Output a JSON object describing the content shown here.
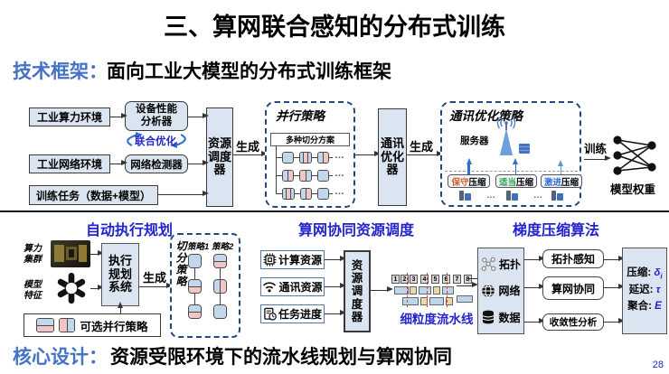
{
  "colors": {
    "section_title": "#2323cc",
    "label_blue": "#4472c4",
    "box_fill": "#dbe5f1",
    "dashed_border": "#24477e",
    "block_blue": "#c3d7ec",
    "block_pink": "#f0c6c6",
    "page_number": "#2323cc"
  },
  "header": {
    "title": "三、算网联合感知的分布式训练",
    "page_number": "28"
  },
  "tech_framework": {
    "label": "技术框架：",
    "text": "面向工业大模型的分布式训练框架"
  },
  "core_design": {
    "label": "核心设计：",
    "text": "资源受限环境下的流水线规划与算网协同"
  },
  "top": {
    "env_compute": "工业算力环境",
    "env_network": "工业网络环境",
    "training_task": "训练任务（数据+模型）",
    "device_analyzer": "设备性能分析器",
    "joint_optimization": "联合优化",
    "network_detector": "网络检测器",
    "resource_scheduler": "资源调度器",
    "generate": "生成",
    "parallel_title": "并行策略",
    "plans_label": "多种切分方案",
    "comm_optimizer": "通讯优化器",
    "comm_title": "通讯优化策略",
    "server_label": "服务器",
    "compressions": [
      {
        "prefix": "保守",
        "suffix": "压缩",
        "color": "#d2622a"
      },
      {
        "prefix": "适当",
        "suffix": "压缩",
        "color": "#2e9e4f"
      },
      {
        "prefix": "激进",
        "suffix": "压缩",
        "color": "#2e6fd2"
      }
    ],
    "train_label": "训练",
    "model_weights": "模型权重",
    "ellipsis": "…"
  },
  "auto_plan": {
    "title": "自动执行规划",
    "compute_cluster": "算力集群",
    "model_features": "模型特征",
    "system": "执行规划系统",
    "generate": "生成",
    "split_label": "切分策略",
    "strategy1": "策略1",
    "strategy2": "策略2",
    "legend_label": "可选并行策略"
  },
  "resource_sched": {
    "title": "算网协同资源调度",
    "inputs": [
      "计算资源",
      "通讯资源",
      "任务进度"
    ],
    "scheduler": "资源调度器",
    "pipeline_numbers": [
      "1",
      "2",
      "3",
      "4",
      "5",
      "6",
      "7",
      "8"
    ],
    "pipeline_label": "细粒度流水线"
  },
  "gradient": {
    "title": "梯度压缩算法",
    "sources": [
      "拓扑",
      "网络",
      "数据"
    ],
    "modules": [
      "拓扑感知",
      "算网协同",
      "收敛性分析"
    ],
    "outputs": [
      {
        "label": "压缩: ",
        "symbol": "δ",
        "sub": "i"
      },
      {
        "label": "延迟: ",
        "symbol": "τ",
        "sub": ""
      },
      {
        "label": "聚合: ",
        "symbol": "E",
        "sub": ""
      }
    ]
  }
}
